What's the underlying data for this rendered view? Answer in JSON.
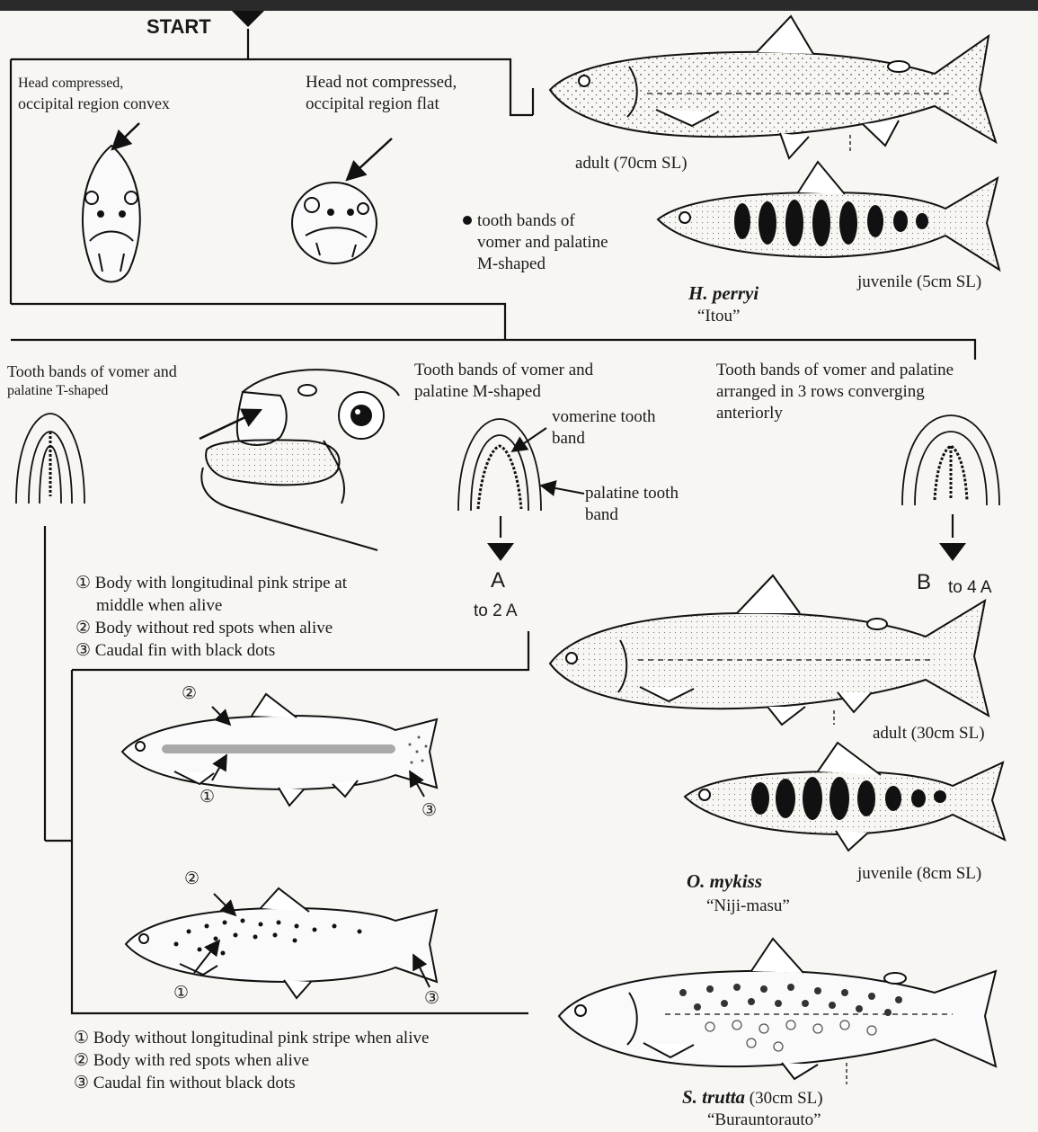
{
  "start": {
    "label": "START"
  },
  "step1": {
    "left": {
      "line1": "Head compressed,",
      "line2": "occipital region convex"
    },
    "right": {
      "line1": "Head not compressed,",
      "line2": "occipital region flat"
    },
    "note": {
      "line1": "tooth bands of",
      "line2": "vomer and palatine",
      "line3": "M-shaped"
    }
  },
  "perryi": {
    "adult": "adult (70cm SL)",
    "juvenile": "juvenile (5cm SL)",
    "name": "H. perryi",
    "common": "“Itou”"
  },
  "step2": {
    "t_shaped": {
      "line1": "Tooth bands of vomer and",
      "line2": "palatine T-shaped"
    },
    "m_shaped": {
      "line1": "Tooth bands of vomer and",
      "line2": "palatine M-shaped"
    },
    "rows": {
      "line1": "Tooth bands of vomer and palatine",
      "line2": "arranged in 3 rows converging",
      "line3": "anteriorly"
    },
    "vomerine": {
      "line1": "vomerine tooth",
      "line2": "band"
    },
    "palatine": {
      "line1": "palatine tooth",
      "line2": "band"
    }
  },
  "branch_a": {
    "letter": "A",
    "target": "to 2 A"
  },
  "branch_b": {
    "letter": "B",
    "target": "to 4 A"
  },
  "mykiss_traits": [
    "① Body with longitudinal pink stripe at",
    "middle when alive",
    "② Body without red spots when alive",
    "③ Caudal fin with black dots"
  ],
  "trutta_traits": [
    "① Body without longitudinal pink stripe when alive",
    "② Body with red spots when alive",
    "③ Caudal fin without black dots"
  ],
  "markers": {
    "one": "①",
    "two": "②",
    "three": "③"
  },
  "mykiss": {
    "adult": "adult (30cm SL)",
    "juvenile": "juvenile (8cm SL)",
    "name": "O. mykiss",
    "common": "“Niji-masu”"
  },
  "trutta": {
    "name": "S. trutta",
    "size": "(30cm SL)",
    "common": "“Burauntorauto”"
  }
}
